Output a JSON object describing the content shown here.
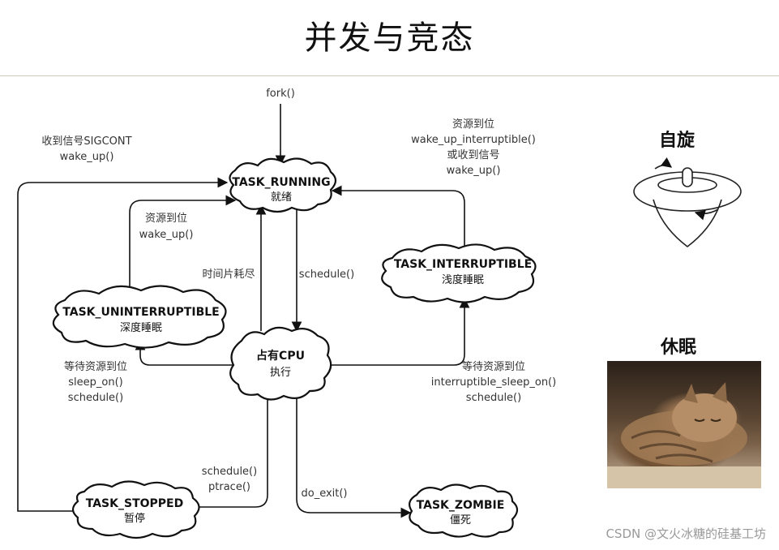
{
  "title": "并发与竞态",
  "states": {
    "running": {
      "name": "TASK_RUNNING",
      "sub": "就绪"
    },
    "cpu": {
      "name": "占有CPU",
      "sub": "执行"
    },
    "uninterruptible": {
      "name": "TASK_UNINTERRUPTIBLE",
      "sub": "深度睡眠"
    },
    "interruptible": {
      "name": "TASK_INTERRUPTIBLE",
      "sub": "浅度睡眠"
    },
    "stopped": {
      "name": "TASK_STOPPED",
      "sub": "暂停"
    },
    "zombie": {
      "name": "TASK_ZOMBIE",
      "sub": "僵死"
    }
  },
  "edges": {
    "fork": "fork()",
    "sigcont": [
      "收到信号SIGCONT",
      "wake_up()"
    ],
    "int_wake": [
      "资源到位",
      "wake_up_interruptible()",
      "或收到信号",
      "wake_up()"
    ],
    "unint_wake": [
      "资源到位",
      "wake_up()"
    ],
    "timeslice": "时间片耗尽",
    "schedule": "schedule()",
    "wait_unint": [
      "等待资源到位",
      "sleep_on()",
      "schedule()"
    ],
    "wait_int": [
      "等待资源到位",
      "interruptible_sleep_on()",
      "schedule()"
    ],
    "stop": [
      "schedule()",
      "ptrace()"
    ],
    "exit": "do_exit()"
  },
  "side": {
    "spin": "自旋",
    "sleep": "休眠"
  },
  "watermark": "CSDN @文火冰糖的硅基工坊"
}
